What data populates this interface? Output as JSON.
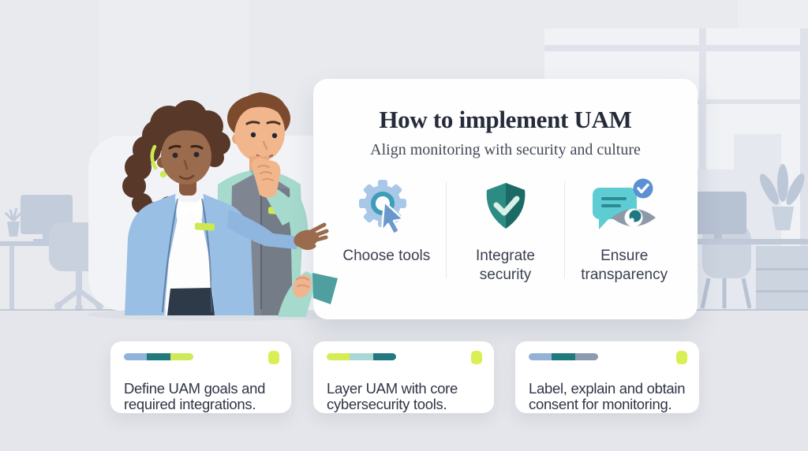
{
  "colors": {
    "background": "#e8eaee",
    "accent_lime": "#d9ef55",
    "teal": "#20797a",
    "light_blue": "#8fb3d9",
    "card_bg": "#ffffff"
  },
  "main_card": {
    "title": "How to implement UAM",
    "subtitle": "Align monitoring with security and culture",
    "steps": [
      {
        "icon": "gear-cursor-icon",
        "label": "Choose tools"
      },
      {
        "icon": "shield-check-icon",
        "label": "Integrate security"
      },
      {
        "icon": "chat-eye-icon",
        "label": "Ensure transparency"
      }
    ]
  },
  "bottom_cards": [
    {
      "text": "Define UAM goals and required integrations.",
      "bar_colors": [
        "#8fb3d9",
        "#20797a",
        "#cfe95c"
      ],
      "chip_color": "#d9ef55"
    },
    {
      "text": "Layer UAM with core cybersecurity tools.",
      "bar_colors": [
        "#d5ec55",
        "#a9d8d4",
        "#23797f"
      ],
      "chip_color": "#d9ef55"
    },
    {
      "text": "Label, explain and obtain consent for monitoring.",
      "bar_colors": [
        "#93b2d6",
        "#20797a",
        "#8c9cb0"
      ],
      "chip_color": "#d9ef55"
    }
  ],
  "illustration": {
    "name": "two-colleagues-discussing-in-office"
  }
}
